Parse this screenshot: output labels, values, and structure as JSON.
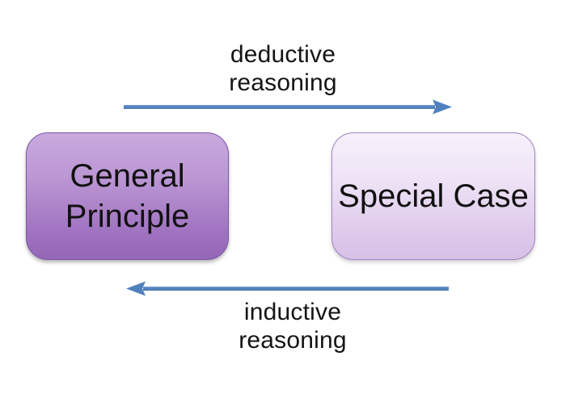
{
  "diagram": {
    "title": "deductive vs inductive reasoning relationship",
    "background_color": "#ffffff",
    "arrow_color": "#4f81bd",
    "text_color": "#141414",
    "nodes": [
      {
        "id": "general-principle",
        "label": "General Principle",
        "fill_top": "#c9a9de",
        "fill_bottom": "#9467b7",
        "border_color": "#7f55a6"
      },
      {
        "id": "special-case",
        "label": "Special Case",
        "fill_top": "#f7f1fb",
        "fill_bottom": "#d7c1e7",
        "border_color": "#a182be"
      }
    ],
    "edges": [
      {
        "id": "deductive",
        "label": "deductive reasoning",
        "from": "General Principle",
        "to": "Special Case",
        "direction": "left-to-right",
        "position": "top"
      },
      {
        "id": "inductive",
        "label": "inductive reasoning",
        "from": "Special Case",
        "to": "General Principle",
        "direction": "right-to-left",
        "position": "bottom"
      }
    ]
  }
}
